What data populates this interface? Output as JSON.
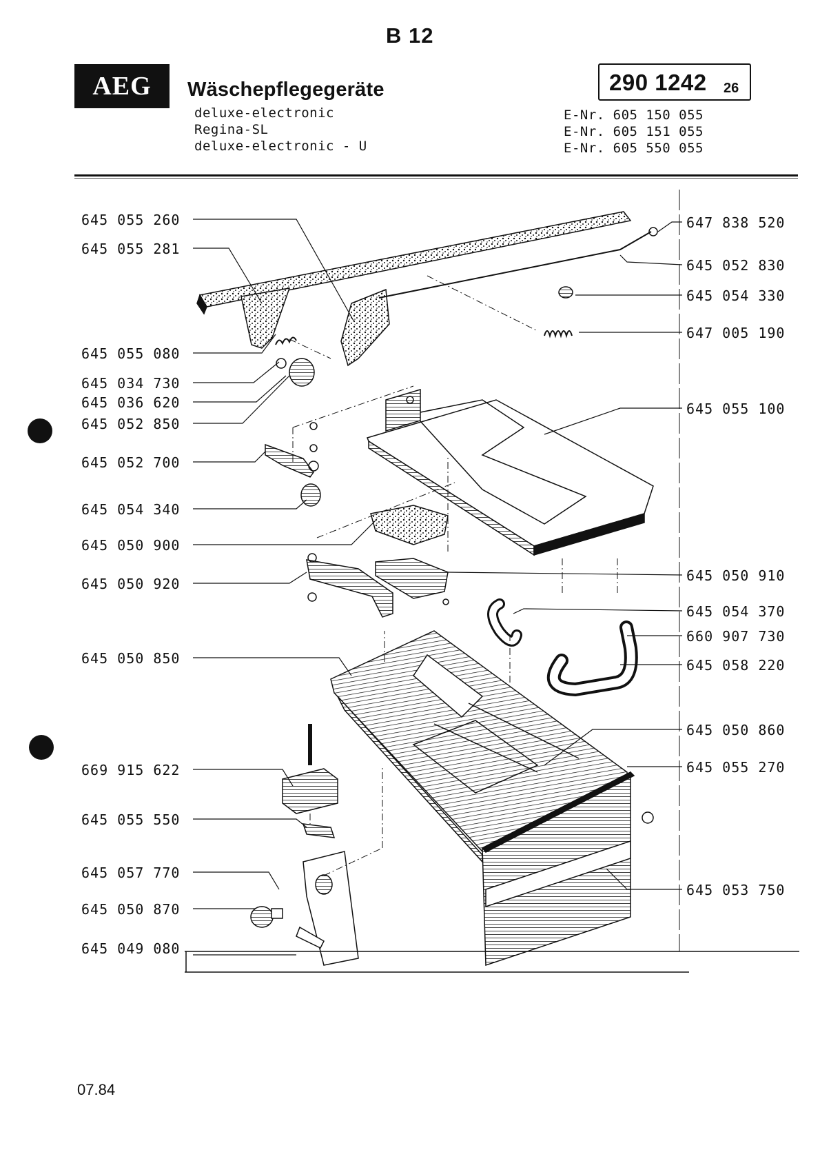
{
  "header": {
    "sheet_code": "B 12",
    "brand": "AEG",
    "title": "Wäschepflegegeräte",
    "models": [
      "deluxe-electronic",
      "Regina-SL",
      "deluxe-electronic - U"
    ],
    "doc_number": "290 1242",
    "doc_suffix": "26",
    "e_numbers": [
      "E-Nr. 605 150 055",
      "E-Nr. 605 151 055",
      "E-Nr. 605 550 055"
    ]
  },
  "parts_left": [
    "645 055 260",
    "645 055 281",
    "645 055 080",
    "645 034 730",
    "645 036 620",
    "645 052 850",
    "645 052 700",
    "645 054 340",
    "645 050 900",
    "645 050 920",
    "645 050 850",
    "669 915 622",
    "645 055 550",
    "645 057 770",
    "645 050 870",
    "645 049 080"
  ],
  "parts_right": [
    "647 838 520",
    "645 052 830",
    "645 054 330",
    "647 005 190",
    "645 055 100",
    "645 050 910",
    "645 054 370",
    "660 907 730",
    "645 058 220",
    "645 050 860",
    "645 055 270",
    "645 053 750"
  ],
  "footer": {
    "date": "07.84"
  }
}
